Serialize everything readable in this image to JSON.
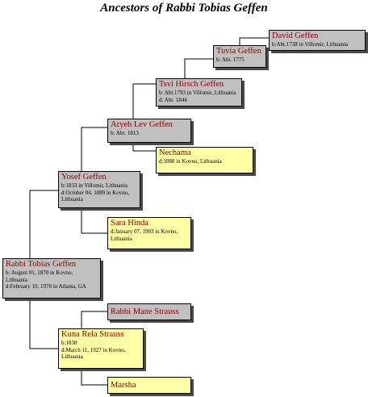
{
  "title": "Ancestors of Rabbi Tobias Geffen",
  "people": {
    "david": {
      "name": "David Geffen",
      "details": [
        "b:Abt.1738 in Villomir, Lithuania"
      ]
    },
    "tuvia": {
      "name": "Tuvia Geffen",
      "details": [
        "b: Abt. 1775"
      ]
    },
    "tsvi": {
      "name": "Tsvi Hirsch Geffen",
      "details": [
        "b: Abt.1793 in Villomir, Lithuania",
        "d: Abt. 1844"
      ]
    },
    "aryeh": {
      "name": "Aryeh Lev Geffen",
      "details": [
        "b: Abt. 1813"
      ]
    },
    "nechama": {
      "name": "Nechama",
      "details": [
        "d:1888 in Kovno, Lithuania"
      ]
    },
    "yosef": {
      "name": "Yosef Geffen",
      "details": [
        "b:1833 in Villomir, Lithuania",
        "d:October 04, 1889 in Kovno,",
        "Lithuania"
      ]
    },
    "sara": {
      "name": "Sara Hinda",
      "details": [
        "d:January 07, 1903 in Kovno,",
        "Lithuania"
      ]
    },
    "tobias": {
      "name": "Rabbi Tobias Geffen",
      "details": [
        "b: August 01, 1870 in Kovno,",
        "Lithuania",
        "d:February 10, 1970 in Atlanta, GA"
      ]
    },
    "mane": {
      "name": "Rabbi Mane Strauss",
      "details": []
    },
    "kuna": {
      "name": "Kuna Rela Strauss",
      "details": [
        "b:1838",
        "d:March 11, 1927 in Kovno,",
        "Lithuania"
      ]
    },
    "marsha": {
      "name": "Marsha",
      "details": []
    }
  }
}
